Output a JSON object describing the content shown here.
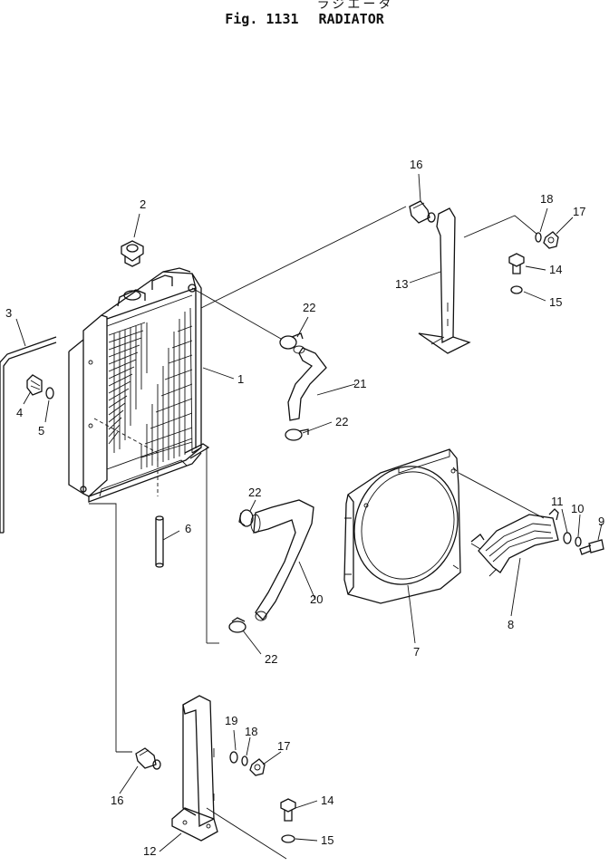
{
  "figure": {
    "title_japanese": "ラジエータ",
    "fig_label": "Fig. 1131",
    "title": "RADIATOR"
  },
  "callouts": [
    {
      "id": "c1",
      "number": "1"
    },
    {
      "id": "c2",
      "number": "2"
    },
    {
      "id": "c3",
      "number": "3"
    },
    {
      "id": "c4",
      "number": "4"
    },
    {
      "id": "c5",
      "number": "5"
    },
    {
      "id": "c6",
      "number": "6"
    },
    {
      "id": "c7",
      "number": "7"
    },
    {
      "id": "c8",
      "number": "8"
    },
    {
      "id": "c9",
      "number": "9"
    },
    {
      "id": "c10",
      "number": "10"
    },
    {
      "id": "c11",
      "number": "11"
    },
    {
      "id": "c12",
      "number": "12"
    },
    {
      "id": "c13",
      "number": "13"
    },
    {
      "id": "c14a",
      "number": "14"
    },
    {
      "id": "c14b",
      "number": "14"
    },
    {
      "id": "c15a",
      "number": "15"
    },
    {
      "id": "c15b",
      "number": "15"
    },
    {
      "id": "c16a",
      "number": "16"
    },
    {
      "id": "c16b",
      "number": "16"
    },
    {
      "id": "c17a",
      "number": "17"
    },
    {
      "id": "c17b",
      "number": "17"
    },
    {
      "id": "c18a",
      "number": "18"
    },
    {
      "id": "c18b",
      "number": "18"
    },
    {
      "id": "c19",
      "number": "19"
    },
    {
      "id": "c20",
      "number": "20"
    },
    {
      "id": "c21",
      "number": "21"
    },
    {
      "id": "c22a",
      "number": "22"
    },
    {
      "id": "c22b",
      "number": "22"
    },
    {
      "id": "c22c",
      "number": "22"
    },
    {
      "id": "c22d",
      "number": "22"
    }
  ]
}
